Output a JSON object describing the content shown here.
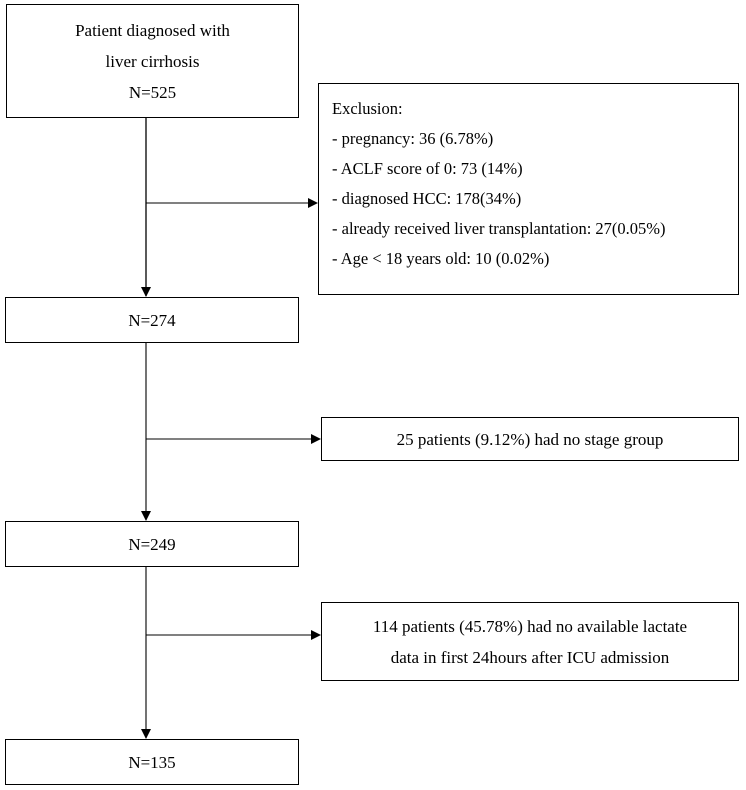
{
  "start_box": {
    "line1": "Patient diagnosed with",
    "line2": "liver cirrhosis",
    "line3": "N=525"
  },
  "exclusion_box": {
    "title": "Exclusion:",
    "items": [
      "- pregnancy: 36 (6.78%)",
      "- ACLF score of 0: 73 (14%)",
      "- diagnosed HCC: 178(34%)",
      "- already received liver transplantation: 27(0.05%)",
      "- Age < 18 years old: 10 (0.02%)"
    ]
  },
  "step2_box": {
    "label": "N=274"
  },
  "exclusion2_box": {
    "label": "25 patients (9.12%) had no stage group"
  },
  "step3_box": {
    "label": "N=249"
  },
  "exclusion3_box": {
    "line1": "114 patients (45.78%) had no available lactate",
    "line2": "data in first 24hours after ICU admission"
  },
  "final_box": {
    "label": "N=135"
  }
}
